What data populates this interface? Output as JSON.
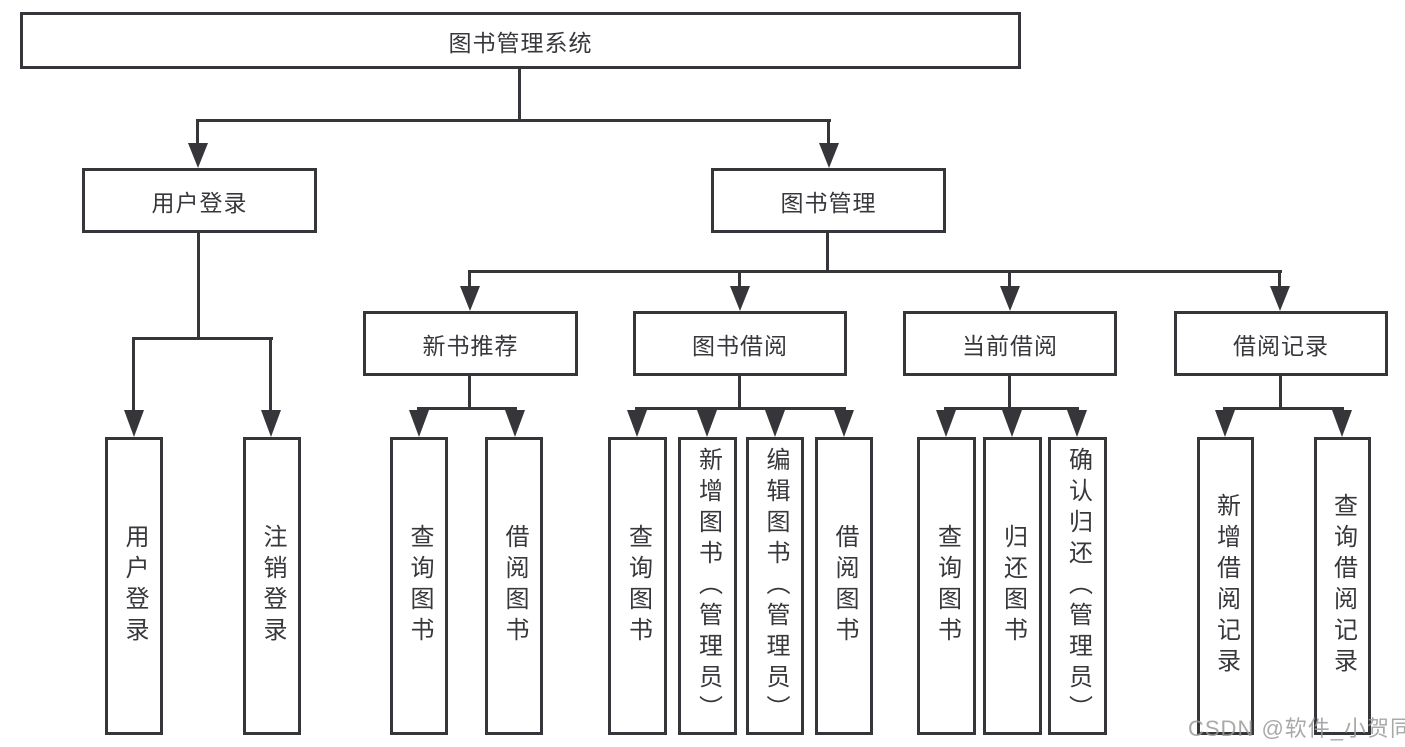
{
  "diagram": {
    "type": "hierarchy-flowchart",
    "root": {
      "label": "图书管理系统",
      "children": [
        {
          "label": "用户登录",
          "children": [
            {
              "label": "用户登录"
            },
            {
              "label": "注销登录"
            }
          ]
        },
        {
          "label": "图书管理",
          "children": [
            {
              "label": "新书推荐",
              "children": [
                {
                  "label": "查询图书"
                },
                {
                  "label": "借阅图书"
                }
              ]
            },
            {
              "label": "图书借阅",
              "children": [
                {
                  "label": "查询图书"
                },
                {
                  "label": "新增图书（管理员）"
                },
                {
                  "label": "编辑图书（管理员）"
                },
                {
                  "label": "借阅图书"
                }
              ]
            },
            {
              "label": "当前借阅",
              "children": [
                {
                  "label": "查询图书"
                },
                {
                  "label": "归还图书"
                },
                {
                  "label": "确认归还（管理员）"
                }
              ]
            },
            {
              "label": "借阅记录",
              "children": [
                {
                  "label": "新增借阅记录"
                },
                {
                  "label": "查询借阅记录"
                }
              ]
            }
          ]
        }
      ]
    },
    "watermark": "CSDN @软件_小贺同学",
    "colors": {
      "line": "#36363a",
      "text": "#38383c",
      "watermark": "#9b9b9b",
      "background": "#ffffff"
    }
  }
}
